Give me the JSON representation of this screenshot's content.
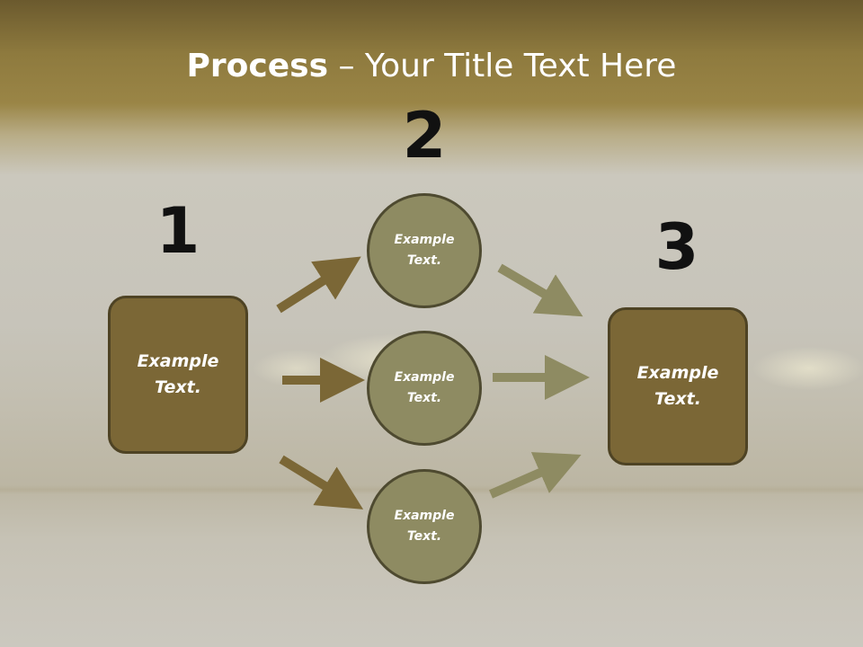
{
  "title": {
    "bold": "Process",
    "rest": " – Your Title Text Here"
  },
  "steps": [
    {
      "number": "1",
      "text": "Example\nText."
    },
    {
      "number": "2",
      "items": [
        "Example\nText.",
        "Example\nText.",
        "Example\nText."
      ]
    },
    {
      "number": "3",
      "text": "Example\nText."
    }
  ],
  "colors": {
    "box_fill": "#7b6736",
    "circle_fill": "#8e8b62",
    "arrow_left": "#7b6736",
    "arrow_right": "#8e8b62"
  }
}
